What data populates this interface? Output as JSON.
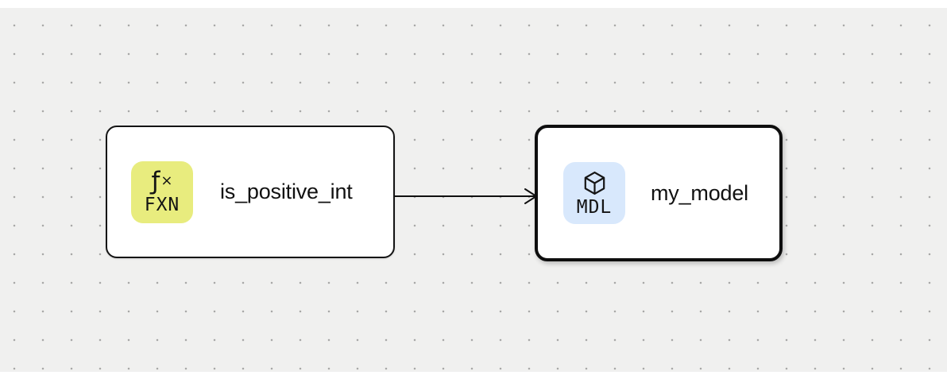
{
  "canvas": {
    "background_color": "#f0f0ef",
    "dot_color": "#a8a8a8",
    "top_strip_color": "#ffffff"
  },
  "nodes": [
    {
      "type": "function",
      "label": "is_positive_int",
      "selected": false,
      "badge": {
        "glyph_f": "ƒ",
        "glyph_x": "×",
        "text": "FXN",
        "background": "#e8ec7e",
        "icon": "function-glyph"
      }
    },
    {
      "type": "model",
      "label": "my_model",
      "selected": true,
      "badge": {
        "text": "MDL",
        "background": "#d8e8fc",
        "icon": "cube-icon"
      }
    }
  ],
  "edges": [
    {
      "from": "is_positive_int",
      "to": "my_model",
      "style": "arrow",
      "color": "#101010"
    }
  ]
}
